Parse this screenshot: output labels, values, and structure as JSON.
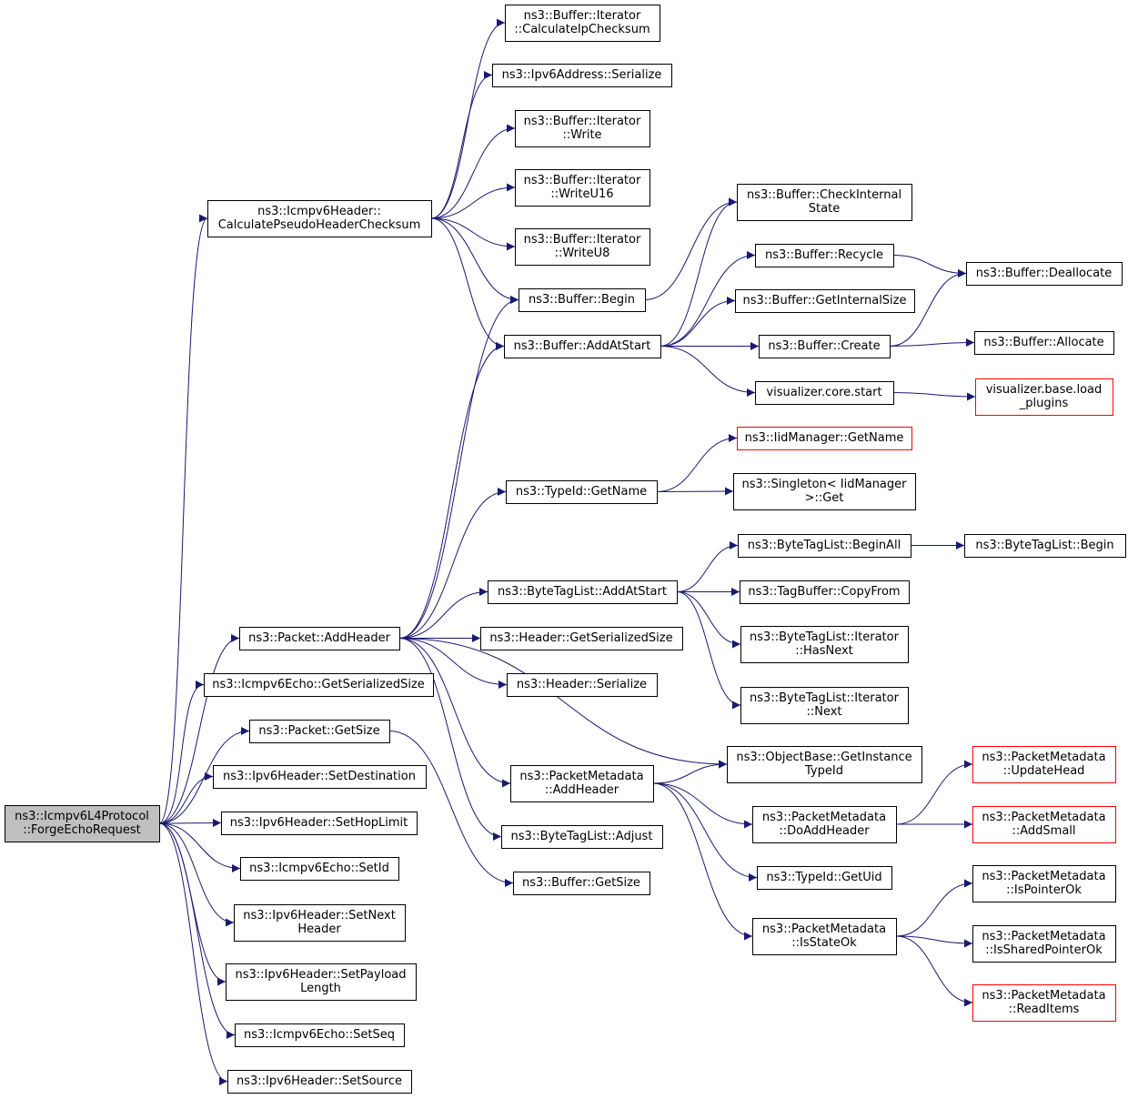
{
  "colors": {
    "edge": "#191970",
    "node_border": "#000000",
    "node_border_truncated": "#ff0000",
    "root_fill": "#bfbfbf",
    "node_fill": "#ffffff",
    "text": "#000000"
  },
  "nodes": [
    {
      "id": "root",
      "lines": [
        "ns3::Icmpv6L4Protocol",
        "::ForgeEchoRequest"
      ],
      "style": "root"
    },
    {
      "id": "cphc",
      "lines": [
        "ns3::Icmpv6Header::",
        "CalculatePseudoHeaderChecksum"
      ]
    },
    {
      "id": "addheader",
      "lines": [
        "ns3::Packet::AddHeader"
      ]
    },
    {
      "id": "echogss",
      "lines": [
        "ns3::Icmpv6Echo::GetSerializedSize"
      ]
    },
    {
      "id": "pgetsize",
      "lines": [
        "ns3::Packet::GetSize"
      ]
    },
    {
      "id": "setdest",
      "lines": [
        "ns3::Ipv6Header::SetDestination"
      ]
    },
    {
      "id": "sethop",
      "lines": [
        "ns3::Ipv6Header::SetHopLimit"
      ]
    },
    {
      "id": "setid",
      "lines": [
        "ns3::Icmpv6Echo::SetId"
      ]
    },
    {
      "id": "setnext",
      "lines": [
        "ns3::Ipv6Header::SetNext",
        "Header"
      ]
    },
    {
      "id": "setpayload",
      "lines": [
        "ns3::Ipv6Header::SetPayload",
        "Length"
      ]
    },
    {
      "id": "setseq",
      "lines": [
        "ns3::Icmpv6Echo::SetSeq"
      ]
    },
    {
      "id": "setsource",
      "lines": [
        "ns3::Ipv6Header::SetSource"
      ]
    },
    {
      "id": "calcip",
      "lines": [
        "ns3::Buffer::Iterator",
        "::CalculateIpChecksum"
      ]
    },
    {
      "id": "v6ser",
      "lines": [
        "ns3::Ipv6Address::Serialize"
      ]
    },
    {
      "id": "write",
      "lines": [
        "ns3::Buffer::Iterator",
        "::Write"
      ]
    },
    {
      "id": "writeu16",
      "lines": [
        "ns3::Buffer::Iterator",
        "::WriteU16"
      ]
    },
    {
      "id": "writeu8",
      "lines": [
        "ns3::Buffer::Iterator",
        "::WriteU8"
      ]
    },
    {
      "id": "bbegin",
      "lines": [
        "ns3::Buffer::Begin"
      ]
    },
    {
      "id": "baddstart",
      "lines": [
        "ns3::Buffer::AddAtStart"
      ]
    },
    {
      "id": "tgetname",
      "lines": [
        "ns3::TypeId::GetName"
      ]
    },
    {
      "id": "btladd",
      "lines": [
        "ns3::ByteTagList::AddAtStart"
      ]
    },
    {
      "id": "hgss",
      "lines": [
        "ns3::Header::GetSerializedSize"
      ]
    },
    {
      "id": "hser",
      "lines": [
        "ns3::Header::Serialize"
      ]
    },
    {
      "id": "pmadd",
      "lines": [
        "ns3::PacketMetadata",
        "::AddHeader"
      ]
    },
    {
      "id": "btladj",
      "lines": [
        "ns3::ByteTagList::Adjust"
      ]
    },
    {
      "id": "bgetsize",
      "lines": [
        "ns3::Buffer::GetSize"
      ]
    },
    {
      "id": "bcheck",
      "lines": [
        "ns3::Buffer::CheckInternal",
        "State"
      ]
    },
    {
      "id": "brecycle",
      "lines": [
        "ns3::Buffer::Recycle"
      ]
    },
    {
      "id": "bgis",
      "lines": [
        "ns3::Buffer::GetInternalSize"
      ]
    },
    {
      "id": "bcreate",
      "lines": [
        "ns3::Buffer::Create"
      ]
    },
    {
      "id": "vcstart",
      "lines": [
        "visualizer.core.start"
      ]
    },
    {
      "id": "iidgetname",
      "lines": [
        "ns3::IidManager::GetName"
      ],
      "style": "truncated"
    },
    {
      "id": "singleton",
      "lines": [
        "ns3::Singleton< IidManager",
        ">::Get"
      ]
    },
    {
      "id": "btlbeginall",
      "lines": [
        "ns3::ByteTagList::BeginAll"
      ]
    },
    {
      "id": "tbcopy",
      "lines": [
        "ns3::TagBuffer::CopyFrom"
      ]
    },
    {
      "id": "btlhasnext",
      "lines": [
        "ns3::ByteTagList::Iterator",
        "::HasNext"
      ]
    },
    {
      "id": "btlnext",
      "lines": [
        "ns3::ByteTagList::Iterator",
        "::Next"
      ]
    },
    {
      "id": "obgit",
      "lines": [
        "ns3::ObjectBase::GetInstance",
        "TypeId"
      ]
    },
    {
      "id": "pmdoadd",
      "lines": [
        "ns3::PacketMetadata",
        "::DoAddHeader"
      ]
    },
    {
      "id": "tgetuid",
      "lines": [
        "ns3::TypeId::GetUid"
      ]
    },
    {
      "id": "pmisok",
      "lines": [
        "ns3::PacketMetadata",
        "::IsStateOk"
      ]
    },
    {
      "id": "bdealloc",
      "lines": [
        "ns3::Buffer::Deallocate"
      ]
    },
    {
      "id": "balloc",
      "lines": [
        "ns3::Buffer::Allocate"
      ]
    },
    {
      "id": "vbload",
      "lines": [
        "visualizer.base.load",
        "_plugins"
      ],
      "style": "truncated"
    },
    {
      "id": "btlbegin",
      "lines": [
        "ns3::ByteTagList::Begin"
      ]
    },
    {
      "id": "pmupdate",
      "lines": [
        "ns3::PacketMetadata",
        "::UpdateHead"
      ],
      "style": "truncated"
    },
    {
      "id": "pmaddsmall",
      "lines": [
        "ns3::PacketMetadata",
        "::AddSmall"
      ],
      "style": "truncated"
    },
    {
      "id": "pmptrok",
      "lines": [
        "ns3::PacketMetadata",
        "::IsPointerOk"
      ]
    },
    {
      "id": "pmsharedok",
      "lines": [
        "ns3::PacketMetadata",
        "::IsSharedPointerOk"
      ]
    },
    {
      "id": "pmread",
      "lines": [
        "ns3::PacketMetadata",
        "::ReadItems"
      ],
      "style": "truncated"
    }
  ],
  "edges": [
    {
      "from": "root",
      "to": "cphc"
    },
    {
      "from": "root",
      "to": "addheader"
    },
    {
      "from": "root",
      "to": "echogss"
    },
    {
      "from": "root",
      "to": "pgetsize"
    },
    {
      "from": "root",
      "to": "setdest"
    },
    {
      "from": "root",
      "to": "sethop"
    },
    {
      "from": "root",
      "to": "setid"
    },
    {
      "from": "root",
      "to": "setnext"
    },
    {
      "from": "root",
      "to": "setpayload"
    },
    {
      "from": "root",
      "to": "setseq"
    },
    {
      "from": "root",
      "to": "setsource"
    },
    {
      "from": "cphc",
      "to": "calcip"
    },
    {
      "from": "cphc",
      "to": "v6ser"
    },
    {
      "from": "cphc",
      "to": "write"
    },
    {
      "from": "cphc",
      "to": "writeu16"
    },
    {
      "from": "cphc",
      "to": "writeu8"
    },
    {
      "from": "cphc",
      "to": "bbegin"
    },
    {
      "from": "cphc",
      "to": "baddstart"
    },
    {
      "from": "addheader",
      "to": "bbegin"
    },
    {
      "from": "addheader",
      "to": "baddstart"
    },
    {
      "from": "addheader",
      "to": "tgetname"
    },
    {
      "from": "addheader",
      "to": "btladd"
    },
    {
      "from": "addheader",
      "to": "hgss"
    },
    {
      "from": "addheader",
      "to": "hser"
    },
    {
      "from": "addheader",
      "to": "obgit"
    },
    {
      "from": "addheader",
      "to": "pmadd"
    },
    {
      "from": "addheader",
      "to": "btladj"
    },
    {
      "from": "pgetsize",
      "to": "bgetsize"
    },
    {
      "from": "bbegin",
      "to": "bcheck"
    },
    {
      "from": "baddstart",
      "to": "bcheck"
    },
    {
      "from": "baddstart",
      "to": "brecycle"
    },
    {
      "from": "baddstart",
      "to": "bgis"
    },
    {
      "from": "baddstart",
      "to": "bcreate"
    },
    {
      "from": "baddstart",
      "to": "vcstart"
    },
    {
      "from": "brecycle",
      "to": "bdealloc"
    },
    {
      "from": "bcreate",
      "to": "bdealloc"
    },
    {
      "from": "bcreate",
      "to": "balloc"
    },
    {
      "from": "vcstart",
      "to": "vbload"
    },
    {
      "from": "tgetname",
      "to": "iidgetname"
    },
    {
      "from": "tgetname",
      "to": "singleton"
    },
    {
      "from": "btladd",
      "to": "btlbeginall"
    },
    {
      "from": "btladd",
      "to": "tbcopy"
    },
    {
      "from": "btladd",
      "to": "btlhasnext"
    },
    {
      "from": "btladd",
      "to": "btlnext"
    },
    {
      "from": "btlbeginall",
      "to": "btlbegin"
    },
    {
      "from": "pmadd",
      "to": "obgit"
    },
    {
      "from": "pmadd",
      "to": "pmdoadd"
    },
    {
      "from": "pmadd",
      "to": "tgetuid"
    },
    {
      "from": "pmadd",
      "to": "pmisok"
    },
    {
      "from": "pmdoadd",
      "to": "pmupdate"
    },
    {
      "from": "pmdoadd",
      "to": "pmaddsmall"
    },
    {
      "from": "pmisok",
      "to": "pmptrok"
    },
    {
      "from": "pmisok",
      "to": "pmsharedok"
    },
    {
      "from": "pmisok",
      "to": "pmread"
    }
  ]
}
